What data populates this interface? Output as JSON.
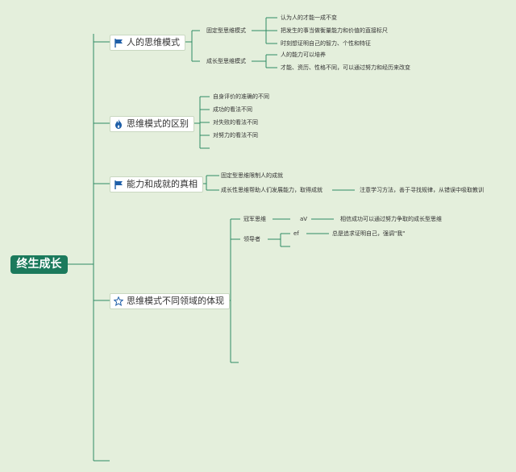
{
  "root": {
    "label": "终生成长"
  },
  "topics": {
    "t1": {
      "label": "人的思维模式",
      "icon": "flag-icon",
      "fixed": {
        "label": "固定型思维模式",
        "items": [
          "认为人的才能一成不变",
          "把发生的事当做衡量能力和价值的直接标尺",
          "时刻想证明自己的智力、个性和特征"
        ]
      },
      "growth": {
        "label": "成长型思维模式",
        "items": [
          "人的能力可以培养",
          "才能、资历、性格不同，可以通过努力和经历来改变"
        ]
      }
    },
    "t2": {
      "label": "思维模式的区别",
      "icon": "flame-icon",
      "items": [
        "自身评价的准确的不同",
        "成功的看法不同",
        "对失败的看法不同",
        "对努力的看法不同"
      ]
    },
    "t3": {
      "label": "能力和成就的真相",
      "icon": "flag-icon",
      "items": [
        "固定型思维限制人的成就",
        "成长性思维帮助人们发展能力，取得成就"
      ],
      "detail": "注意学习方法，善于寻找规律，从错误中吸取教训"
    },
    "t4": {
      "label": "思维模式不同领域的体现",
      "icon": "star-icon",
      "champion": {
        "label": "冠军思维",
        "sub": "aV",
        "detail": "相信成功可以通过努力争取的成长型思维"
      },
      "leader": {
        "label": "领导者",
        "sub": "ef",
        "detail": "总是追求证明自己，强调\"我\""
      }
    }
  },
  "colors": {
    "line": "#2e8b63",
    "root_bg": "#1b7a5c",
    "background": "#e4efdc",
    "icon": "#1f5fa8"
  }
}
